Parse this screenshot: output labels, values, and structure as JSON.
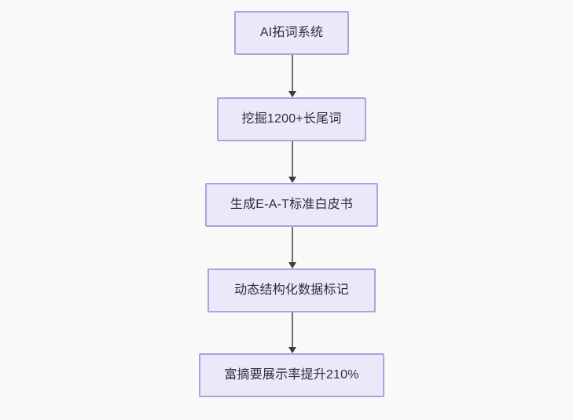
{
  "diagram": {
    "type": "flowchart",
    "direction": "top-to-bottom",
    "background_color": "#f9f9f9",
    "node_fill_color": "#ebe8fa",
    "node_border_color": "#b49fdc",
    "node_text_color": "#2e2e38",
    "edge_color": "#707070",
    "arrowhead_color": "#3b3b3b",
    "nodes": [
      {
        "id": "n1",
        "label": "AI拓词系统"
      },
      {
        "id": "n2",
        "label": "挖掘1200+长尾词"
      },
      {
        "id": "n3",
        "label": "生成E-A-T标准白皮书"
      },
      {
        "id": "n4",
        "label": "动态结构化数据标记"
      },
      {
        "id": "n5",
        "label": "富摘要展示率提升210%"
      }
    ],
    "edges": [
      {
        "from": "n1",
        "to": "n2",
        "label": ""
      },
      {
        "from": "n2",
        "to": "n3",
        "label": ""
      },
      {
        "from": "n3",
        "to": "n4",
        "label": ""
      },
      {
        "from": "n4",
        "to": "n5",
        "label": ""
      }
    ]
  }
}
